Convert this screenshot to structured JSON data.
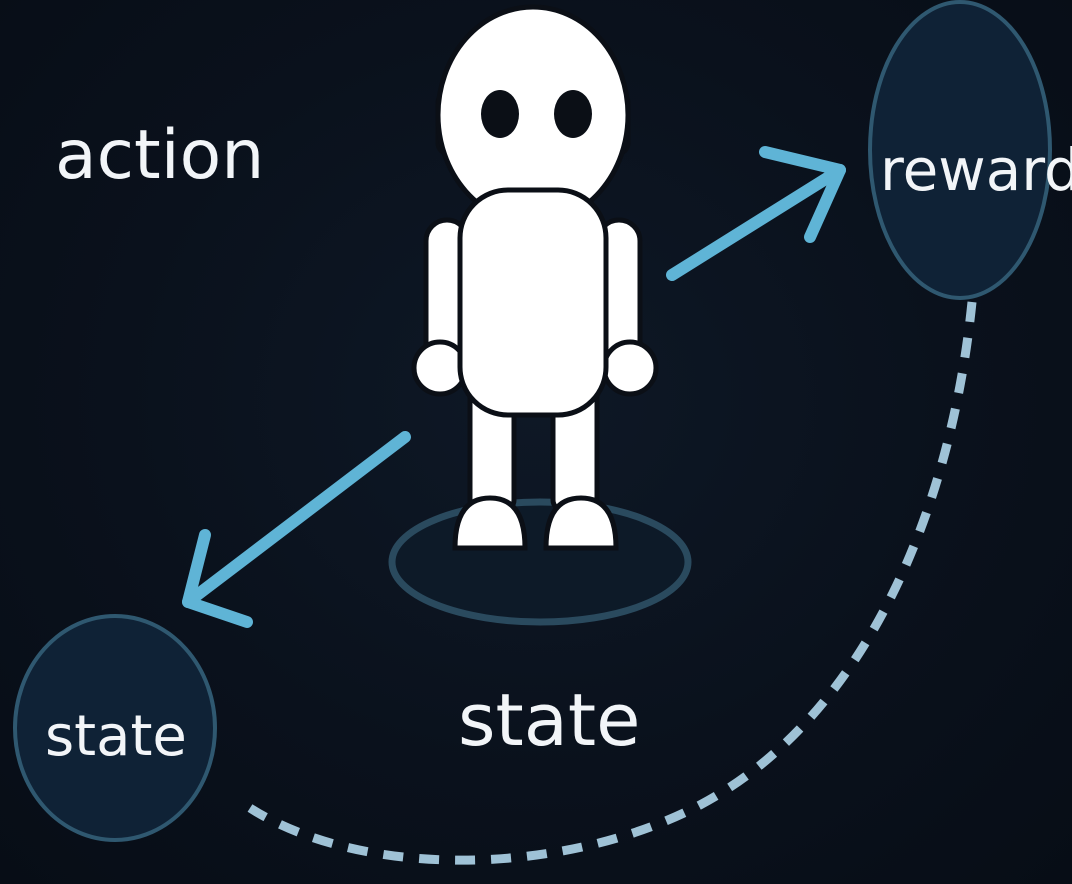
{
  "labels": {
    "action": "action",
    "reward": "reward",
    "state_center": "state",
    "state_node": "state"
  },
  "colors": {
    "background": "#0a111c",
    "arrow": "#5fb4d6",
    "node_fill": "#0f2236",
    "node_stroke": "#2f5870",
    "platform_stroke": "#2a4a5e",
    "robot_fill": "#ffffff",
    "robot_outline": "#0b0f16",
    "text": "#f2f5f8"
  },
  "icons": {
    "agent": "robot-icon",
    "to_reward": "arrow-up-right-icon",
    "to_state": "arrow-down-left-icon",
    "feedback": "dashed-curve-arrow-icon"
  }
}
